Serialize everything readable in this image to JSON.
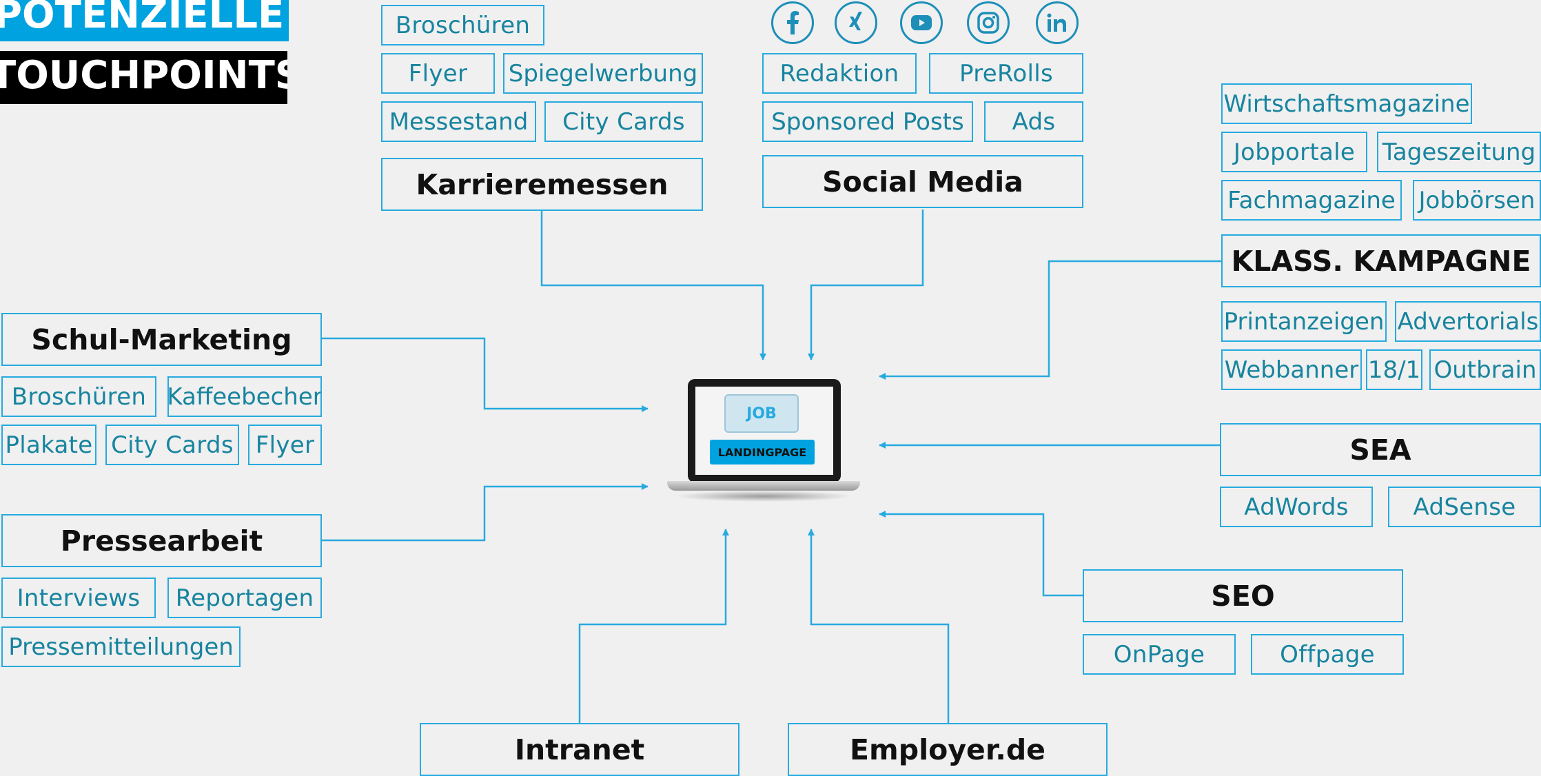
{
  "title": {
    "line1": "POTENZIELLE",
    "line2": "TOUCHPOINTS"
  },
  "center": {
    "job": "JOB",
    "landing": "LANDINGPAGE"
  },
  "social_icons": [
    "facebook-icon",
    "xing-icon",
    "youtube-icon",
    "instagram-icon",
    "linkedin-icon"
  ],
  "karrieremessen": {
    "title": "Karrieremessen",
    "tags": [
      "Broschüren",
      "Flyer",
      "Spiegelwerbung",
      "Messestand",
      "City Cards"
    ]
  },
  "social_media": {
    "title": "Social Media",
    "tags": [
      "Redaktion",
      "PreRolls",
      "Sponsored Posts",
      "Ads"
    ]
  },
  "klass_kampagne": {
    "title": "KLASS. KAMPAGNE",
    "tags_above": [
      "Wirtschaftsmagazine",
      "Jobportale",
      "Tageszeitung",
      "Fachmagazine",
      "Jobbörsen"
    ],
    "tags_below": [
      "Printanzeigen",
      "Advertorials",
      "Webbanner",
      "18/1",
      "Outbrain"
    ]
  },
  "schul_marketing": {
    "title": "Schul-Marketing",
    "tags": [
      "Broschüren",
      "Kaffeebecher",
      "Plakate",
      "City Cards",
      "Flyer"
    ]
  },
  "pressearbeit": {
    "title": "Pressearbeit",
    "tags": [
      "Interviews",
      "Reportagen",
      "Pressemitteilungen"
    ]
  },
  "sea": {
    "title": "SEA",
    "tags": [
      "AdWords",
      "AdSense"
    ]
  },
  "seo": {
    "title": "SEO",
    "tags": [
      "OnPage",
      "Offpage"
    ]
  },
  "intranet": {
    "title": "Intranet"
  },
  "employer": {
    "title": "Employer.de"
  },
  "colors": {
    "accent": "#00a3e0",
    "line": "#26aadf",
    "tag_text": "#17849f",
    "background": "#f0f0f0"
  }
}
